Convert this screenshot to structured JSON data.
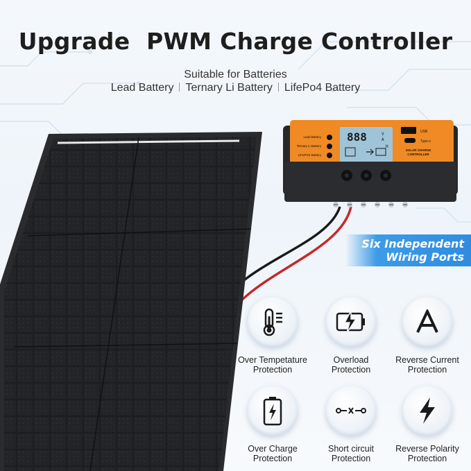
{
  "header": {
    "title": "Upgrade  PWM Charge Controller",
    "subtitle": "Suitable for Batteries",
    "batteries": [
      "Lead Battery",
      "Ternary Li Battery",
      "LifePo4 Battery"
    ]
  },
  "controller": {
    "screen_digits": "888",
    "screen_units": [
      "V",
      "A",
      "H"
    ],
    "led_labels": [
      "Lead Battery",
      "Ternary Li Battery",
      "LiFePO4 Battery"
    ],
    "usb_label": "USB",
    "typec_label": "Type-c",
    "brand_line1": "SOLAR CHARGE",
    "brand_line2": "CONTROLLER"
  },
  "banner": {
    "line1": "Six Independent",
    "line2": "Wiring Ports"
  },
  "features": [
    {
      "icon": "thermometer-icon",
      "label": "Over Tempetature\nProtection"
    },
    {
      "icon": "overload-battery-icon",
      "label": "Overload\nProtection"
    },
    {
      "icon": "letter-a-icon",
      "label": "Reverse Current\nProtection"
    },
    {
      "icon": "charging-battery-icon",
      "label": "Over Charge\nProtection"
    },
    {
      "icon": "short-circuit-icon",
      "label": "Short circuit\nProtection"
    },
    {
      "icon": "lightning-bolt-icon",
      "label": "Reverse Polarity\nProtection"
    }
  ],
  "colors": {
    "accent_orange": "#f08a24",
    "banner_blue": "#3d9be6",
    "panel_dark": "#1b1c1e"
  }
}
